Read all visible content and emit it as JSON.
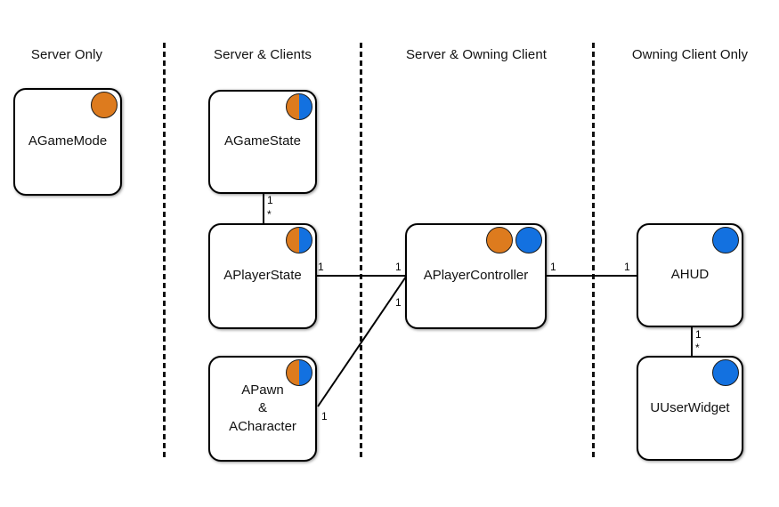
{
  "colors": {
    "server": "#DD7B1E",
    "client": "#1371E0",
    "line": "#000000"
  },
  "columns": [
    {
      "label": "Server Only"
    },
    {
      "label": "Server & Clients"
    },
    {
      "label": "Server & Owning Client"
    },
    {
      "label": "Owning Client Only"
    }
  ],
  "nodes": [
    {
      "label": "AGameMode",
      "badges": [
        "server"
      ]
    },
    {
      "label": "AGameState",
      "badges": [
        "server-client-split"
      ]
    },
    {
      "label": "APlayerState",
      "badges": [
        "server-client-split"
      ]
    },
    {
      "label": "APawn\n&\nACharacter",
      "badges": [
        "server-client-split"
      ]
    },
    {
      "label": "APlayerController",
      "badges": [
        "server",
        "client"
      ]
    },
    {
      "label": "AHUD",
      "badges": [
        "client"
      ]
    },
    {
      "label": "UUserWidget",
      "badges": [
        "client"
      ]
    }
  ],
  "edges": [
    {
      "from": "AGameState",
      "to": "APlayerState",
      "from_card": "1",
      "to_card": "*"
    },
    {
      "from": "APlayerState",
      "to": "APlayerController",
      "from_card": "1",
      "to_card": "1"
    },
    {
      "from": "APawn & ACharacter",
      "to": "APlayerController",
      "from_card": "1",
      "to_card": "1"
    },
    {
      "from": "APlayerController",
      "to": "AHUD",
      "from_card": "1",
      "to_card": "1"
    },
    {
      "from": "AHUD",
      "to": "UUserWidget",
      "from_card": "1",
      "to_card": "*"
    }
  ]
}
